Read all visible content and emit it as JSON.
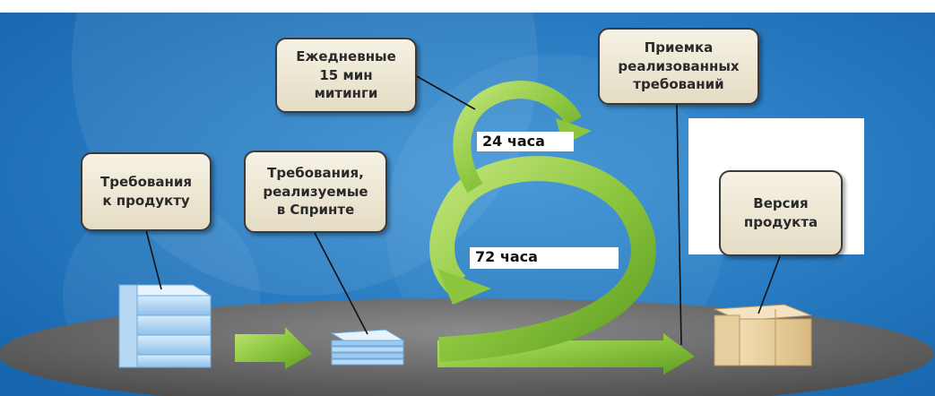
{
  "callouts": {
    "daily": "Ежедневные\n15 мин\nмитинги",
    "acceptance": "Приемка\nреализованных\nтребований",
    "product_backlog": "Требования\nк продукту",
    "sprint_backlog": "Требования,\nреализуемые\nв Спринте",
    "release": "Версия\nпродукта"
  },
  "cycles": {
    "daily": "24 часа",
    "sprint": "72 часа"
  },
  "colors": {
    "background": "#1f74bd",
    "arrow_green": "#8cc63f",
    "platform": "#5e5e5e",
    "callout_fill": "#ece6d2"
  }
}
